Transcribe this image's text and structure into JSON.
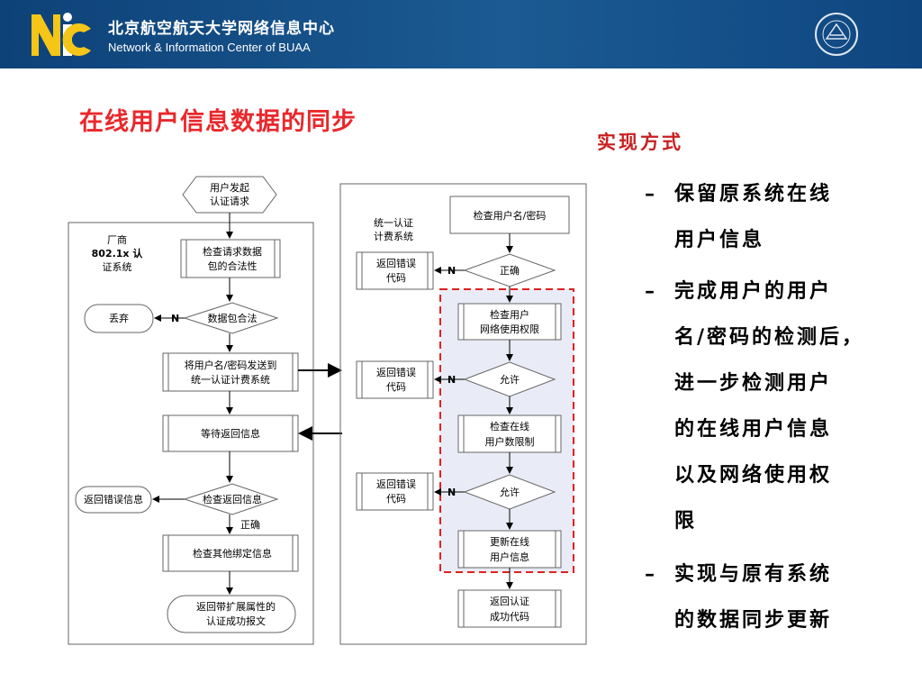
{
  "header": {
    "logo_text": "NIC",
    "title_cn": "北京航空航天大学网络信息中心",
    "title_en": "Network & Information Center of BUAA"
  },
  "slide": {
    "title": "在线用户信息数据的同步",
    "method_heading": "实现方式",
    "bullets": [
      {
        "dash": "–",
        "lines": [
          "保留原系统在线",
          "用户信息"
        ]
      },
      {
        "dash": "–",
        "lines": [
          "完成用户的用户",
          "名/密码的检测后，",
          "进一步检测用户",
          "的在线用户信息",
          "以及网络使用权",
          "限"
        ]
      },
      {
        "dash": "–",
        "lines": [
          "实现与原有系统",
          "的数据同步更新"
        ]
      }
    ]
  },
  "flow_left": {
    "system_label": [
      "厂商",
      "802.1x 认",
      "证系统"
    ],
    "start": [
      "用户发起",
      "认证请求"
    ],
    "check_packet": [
      "检查请求数据",
      "包的合法性"
    ],
    "packet_valid": "数据包合法",
    "discard": "丢弃",
    "no_label": "N",
    "send_to_unified": [
      "将用户名/密码发送到",
      "统一认证计费系统"
    ],
    "wait_reply": "等待返回信息",
    "check_reply": "检查返回信息",
    "return_error_info": "返回错误信息",
    "correct_label": "正确",
    "check_other_binding": "检查其他绑定信息",
    "return_success": [
      "返回带扩展属性的",
      "认证成功报文"
    ]
  },
  "flow_right": {
    "system_label": [
      "统一认证",
      "计费系统"
    ],
    "check_credentials": "检查用户名/密码",
    "correct": "正确",
    "error_code": [
      "返回错误",
      "代码"
    ],
    "no_label": "N",
    "check_net_perm": [
      "检查用户",
      "网络使用权限"
    ],
    "allow": "允许",
    "check_online_limit": [
      "检查在线",
      "用户数限制"
    ],
    "update_online": [
      "更新在线",
      "用户信息"
    ],
    "return_success_code": [
      "返回认证",
      "成功代码"
    ]
  },
  "colors": {
    "header_bg": "#124d86",
    "title_red": "#e8282c",
    "heading_red": "#c82020",
    "logo_yellow": "#f5c518",
    "dashed_red": "#e02020",
    "highlight_bg": "#e9ecf6"
  }
}
